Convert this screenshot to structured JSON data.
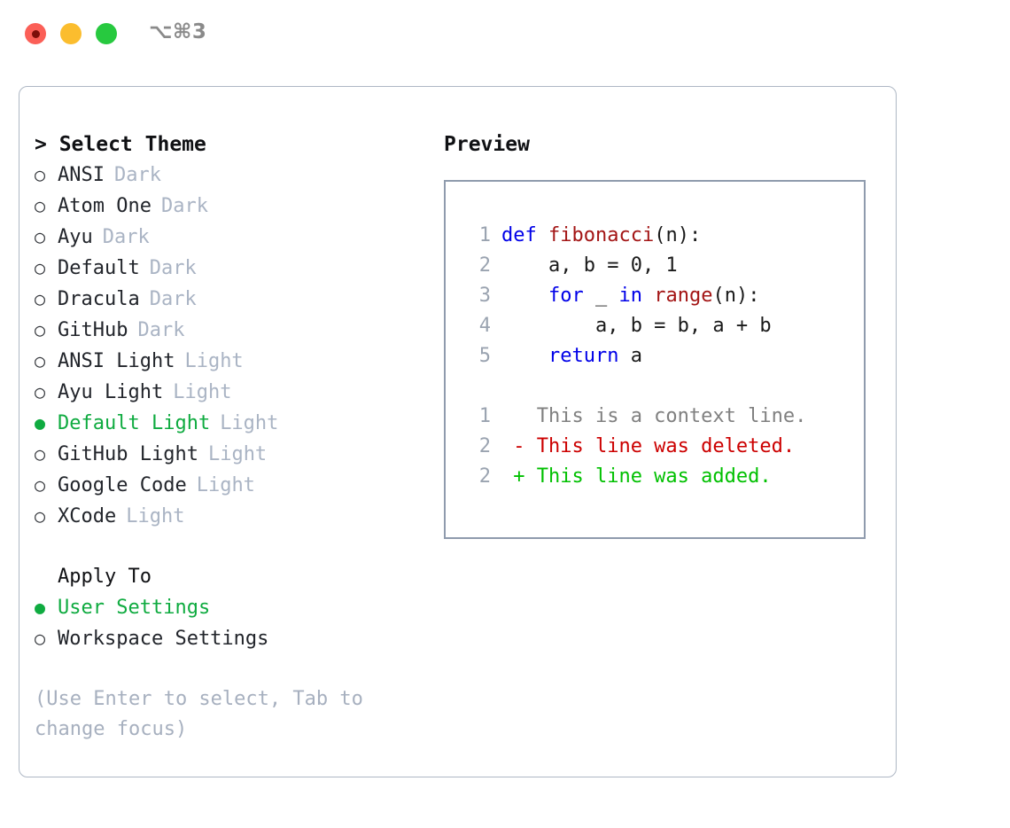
{
  "titlebar": {
    "shortcut": "⌥⌘3",
    "buttons": [
      {
        "name": "close-button",
        "color": "#fb5f57"
      },
      {
        "name": "minimize-button",
        "color": "#fbbd2e"
      },
      {
        "name": "maximize-button",
        "color": "#27c93f"
      }
    ]
  },
  "theme_list": {
    "header": "> Select Theme",
    "options": [
      {
        "marker": "○",
        "label": "ANSI",
        "tag": "Dark",
        "selected": false
      },
      {
        "marker": "○",
        "label": "Atom One",
        "tag": "Dark",
        "selected": false
      },
      {
        "marker": "○",
        "label": "Ayu",
        "tag": "Dark",
        "selected": false
      },
      {
        "marker": "○",
        "label": "Default",
        "tag": "Dark",
        "selected": false
      },
      {
        "marker": "○",
        "label": "Dracula",
        "tag": "Dark",
        "selected": false
      },
      {
        "marker": "○",
        "label": "GitHub",
        "tag": "Dark",
        "selected": false
      },
      {
        "marker": "○",
        "label": "ANSI Light",
        "tag": "Light",
        "selected": false
      },
      {
        "marker": "○",
        "label": "Ayu Light",
        "tag": "Light",
        "selected": false
      },
      {
        "marker": "●",
        "label": "Default Light",
        "tag": "Light",
        "selected": true
      },
      {
        "marker": "○",
        "label": "GitHub Light",
        "tag": "Light",
        "selected": false
      },
      {
        "marker": "○",
        "label": "Google Code",
        "tag": "Light",
        "selected": false
      },
      {
        "marker": "○",
        "label": "XCode",
        "tag": "Light",
        "selected": false
      }
    ]
  },
  "apply_to": {
    "title": "Apply To",
    "options": [
      {
        "marker": "●",
        "label": "User Settings",
        "selected": true
      },
      {
        "marker": "○",
        "label": "Workspace Settings",
        "selected": false
      }
    ]
  },
  "hint": "(Use Enter to select, Tab to change focus)",
  "preview": {
    "title": "Preview",
    "code_lines": [
      {
        "num": "1",
        "tokens": [
          {
            "text": "def ",
            "type": "kw"
          },
          {
            "text": "fibonacci",
            "type": "fn"
          },
          {
            "text": "(n):",
            "type": "pl"
          }
        ]
      },
      {
        "num": "2",
        "tokens": [
          {
            "text": "    a, b = 0, 1",
            "type": "pl"
          }
        ]
      },
      {
        "num": "3",
        "tokens": [
          {
            "text": "    ",
            "type": "pl"
          },
          {
            "text": "for",
            "type": "kw"
          },
          {
            "text": " _ ",
            "type": "pl"
          },
          {
            "text": "in",
            "type": "kw"
          },
          {
            "text": " ",
            "type": "pl"
          },
          {
            "text": "range",
            "type": "fn"
          },
          {
            "text": "(n):",
            "type": "pl"
          }
        ]
      },
      {
        "num": "4",
        "tokens": [
          {
            "text": "        a, b = b, a + b",
            "type": "pl"
          }
        ]
      },
      {
        "num": "5",
        "tokens": [
          {
            "text": "    ",
            "type": "pl"
          },
          {
            "text": "return",
            "type": "kw"
          },
          {
            "text": " a",
            "type": "pl"
          }
        ]
      }
    ],
    "diff_lines": [
      {
        "num": "1",
        "tokens": [
          {
            "text": "   This is a context line.",
            "type": "ctx"
          }
        ]
      },
      {
        "num": "2",
        "tokens": [
          {
            "text": " - This line was deleted.",
            "type": "del"
          }
        ]
      },
      {
        "num": "2",
        "tokens": [
          {
            "text": " + This line was added.",
            "type": "add"
          }
        ]
      }
    ]
  },
  "colors": {
    "accent_green": "#0fab40",
    "muted_gray": "#aab4c4",
    "keyword_blue": "#0000e8",
    "function_red": "#a31515",
    "diff_deleted": "#cc0000",
    "diff_added": "#00c000",
    "border": "#aeb7c4"
  }
}
